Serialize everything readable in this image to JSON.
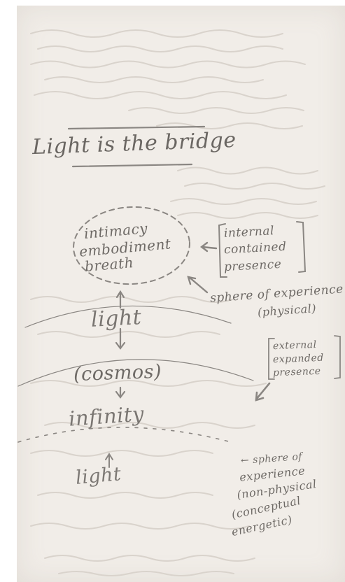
{
  "page_title": "Light is the bridge",
  "cluster": [
    "intimacy",
    "embodiment",
    "breath"
  ],
  "bracket_top": [
    "internal",
    "contained",
    "presence"
  ],
  "sphere_1": [
    "sphere of experience",
    "(physical)"
  ],
  "flow": {
    "light_1": "light",
    "cosmos": "(cosmos)",
    "infinity": "infinity",
    "light_2": "light"
  },
  "bracket_bottom": [
    "external",
    "expanded",
    "presence"
  ],
  "sphere_2": [
    "← sphere of",
    "experience",
    "(non-physical",
    "(conceptual",
    "energetic)"
  ],
  "colors": {
    "paper": "#f1ede8",
    "ink": "#6e6a66",
    "background": "#ffffff"
  }
}
